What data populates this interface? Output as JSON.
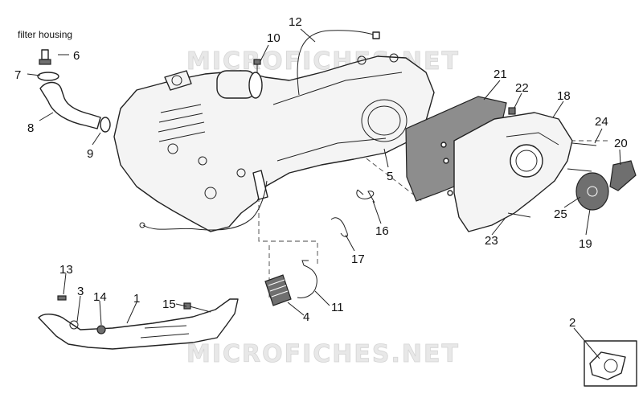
{
  "caption": "filter housing",
  "watermark": "MICROFICHES.NET",
  "callouts": [
    "1",
    "2",
    "3",
    "4",
    "5",
    "6",
    "7",
    "8",
    "9",
    "10",
    "11",
    "12",
    "13",
    "14",
    "15",
    "16",
    "17",
    "18",
    "19",
    "20",
    "21",
    "22",
    "23",
    "24",
    "25"
  ]
}
